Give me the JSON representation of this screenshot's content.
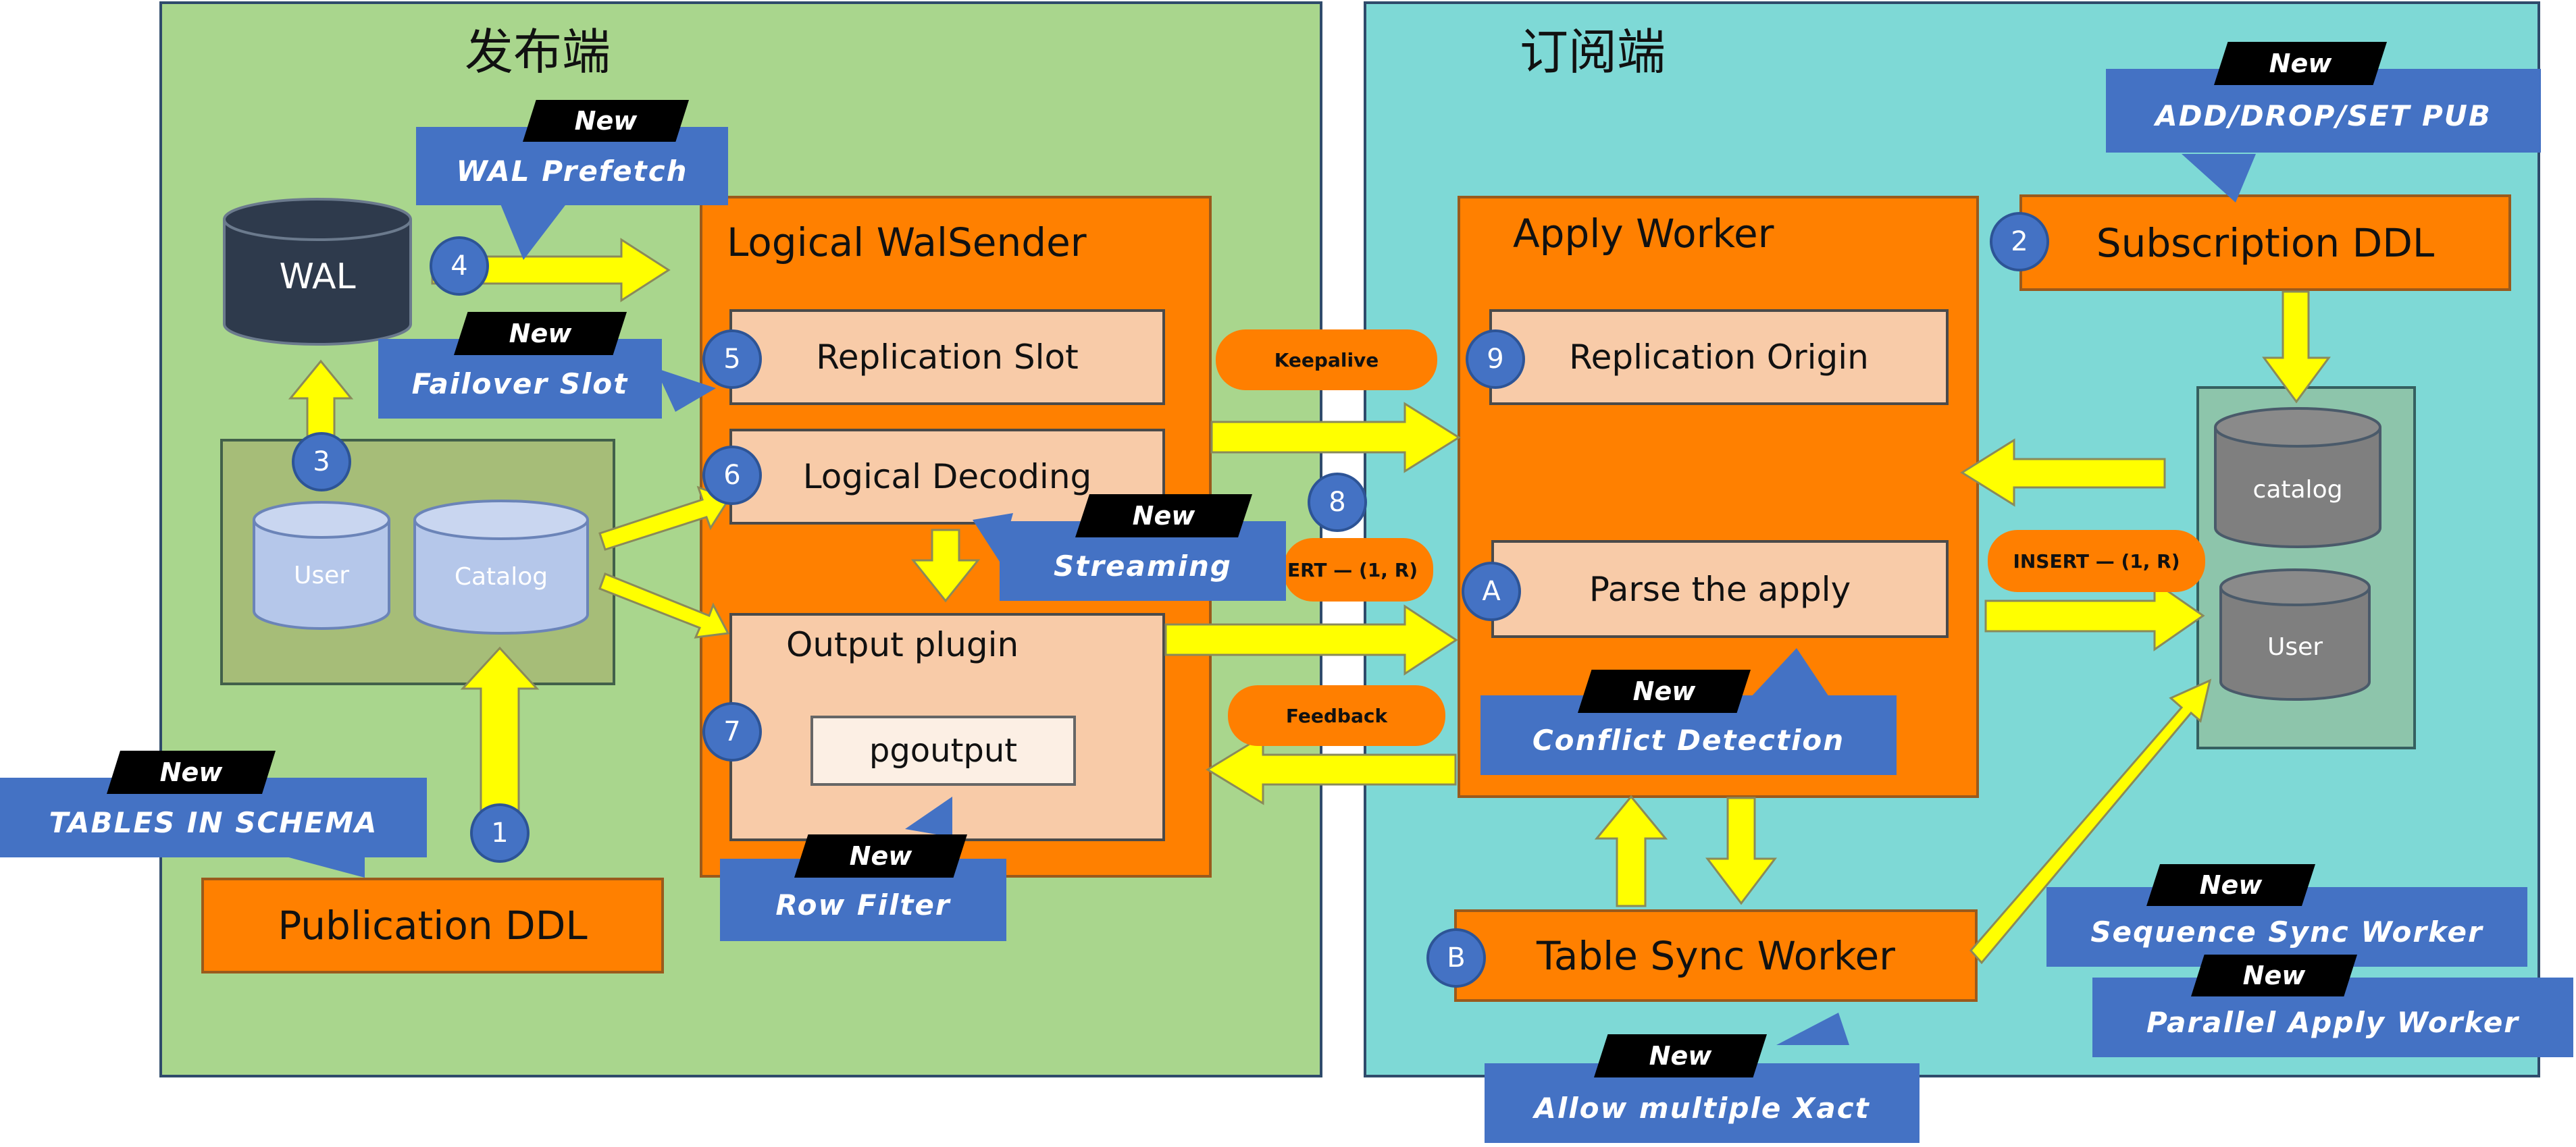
{
  "publisher": {
    "title": "发布端",
    "wal_label": "WAL",
    "user_label": "User",
    "catalog_label": "Catalog",
    "publication_ddl": "Publication DDL",
    "walsender": {
      "title": "Logical WalSender",
      "replication_slot": "Replication Slot",
      "logical_decoding": "Logical Decoding",
      "output_plugin": "Output plugin",
      "pgoutput": "pgoutput"
    }
  },
  "subscriber": {
    "title": "订阅端",
    "apply_worker": "Apply Worker",
    "replication_origin": "Replication Origin",
    "parse_apply": "Parse the apply",
    "subscription_ddl": "Subscription DDL",
    "table_sync_worker": "Table Sync Worker",
    "catalog_label": "catalog",
    "user_label": "User"
  },
  "pills": {
    "keepalive": "Keepalive",
    "insert_left": "ERT — (1, R)",
    "feedback": "Feedback",
    "insert_right": "INSERT — (1, R)"
  },
  "numbers": {
    "n1": "1",
    "n2": "2",
    "n3": "3",
    "n4": "4",
    "n5": "5",
    "n6": "6",
    "n7": "7",
    "n8": "8",
    "n9": "9",
    "nA": "A",
    "nB": "B"
  },
  "new_badge": "New",
  "features": {
    "wal_prefetch": "WAL Prefetch",
    "failover_slot": "Failover Slot",
    "tables_in_schema": "TABLES IN SCHEMA",
    "streaming": "Streaming",
    "row_filter": "Row Filter",
    "add_drop_set_pub": "ADD/DROP/SET PUB",
    "conflict_detection": "Conflict Detection",
    "sequence_sync_worker": "Sequence Sync Worker",
    "parallel_apply_worker": "Parallel Apply Worker",
    "allow_multiple_xact": "Allow multiple Xact"
  },
  "colors": {
    "publisher_bg": "#a9d68d",
    "subscriber_bg": "#7ed9d6",
    "orange": "#ff8000",
    "peach": "#f8cba8",
    "tag_blue": "#4472c4",
    "arrow_yellow": "#ffff00"
  }
}
